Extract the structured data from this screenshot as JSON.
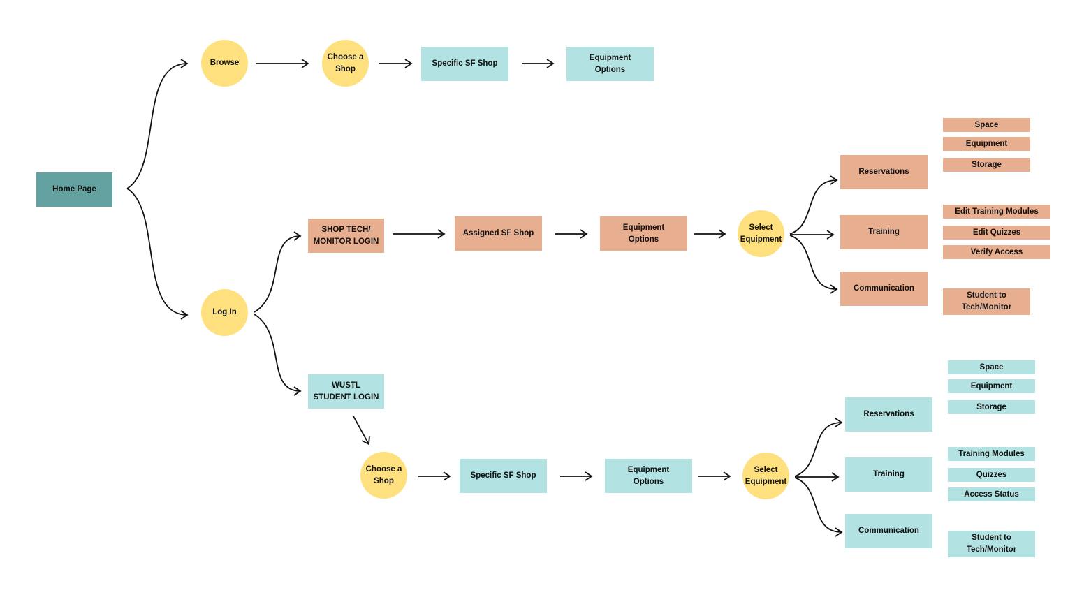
{
  "colors": {
    "home": "#63A2A1",
    "circle": "#FEE17E",
    "teal": "#B2E3E2",
    "salmon": "#E8AE90",
    "line": "#111111"
  },
  "nodes": {
    "home": "Home Page",
    "browse": "Browse",
    "login": "Log In",
    "browse_choose_shop": "Choose a\nShop",
    "browse_specific_shop": "Specific SF Shop",
    "browse_equipment_options": "Equipment\nOptions",
    "tech_login": "SHOP TECH/\nMONITOR LOGIN",
    "tech_assigned_shop": "Assigned SF Shop",
    "tech_equipment_options": "Equipment\nOptions",
    "tech_select_equipment": "Select\nEquipment",
    "tech_reservations": "Reservations",
    "tech_training": "Training",
    "tech_communication": "Communication",
    "tech_space": "Space",
    "tech_equipment": "Equipment",
    "tech_storage": "Storage",
    "tech_edit_training_modules": "Edit Training Modules",
    "tech_edit_quizzes": "Edit Quizzes",
    "tech_verify_access": "Verify Access",
    "tech_student_to_tech": "Student to\nTech/Monitor",
    "student_login": "WUSTL\nSTUDENT LOGIN",
    "student_choose_shop": "Choose a\nShop",
    "student_specific_shop": "Specific SF Shop",
    "student_equipment_options": "Equipment\nOptions",
    "student_select_equipment": "Select\nEquipment",
    "student_reservations": "Reservations",
    "student_training": "Training",
    "student_communication": "Communication",
    "student_space": "Space",
    "student_equipment": "Equipment",
    "student_storage": "Storage",
    "student_training_modules": "Training Modules",
    "student_quizzes": "Quizzes",
    "student_access_status": "Access Status",
    "student_student_to_tech": "Student to\nTech/Monitor"
  }
}
